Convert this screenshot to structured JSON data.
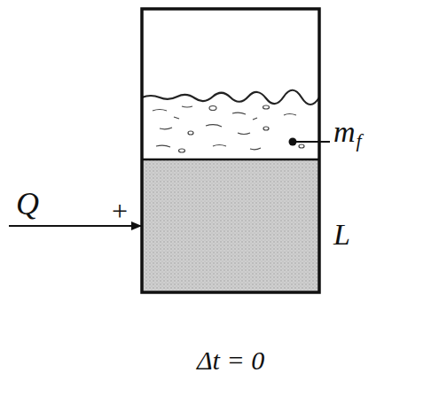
{
  "diagram": {
    "caption": "Δt = 0",
    "labels": [
      "Q",
      "+",
      "m",
      "f",
      "L"
    ]
  }
}
